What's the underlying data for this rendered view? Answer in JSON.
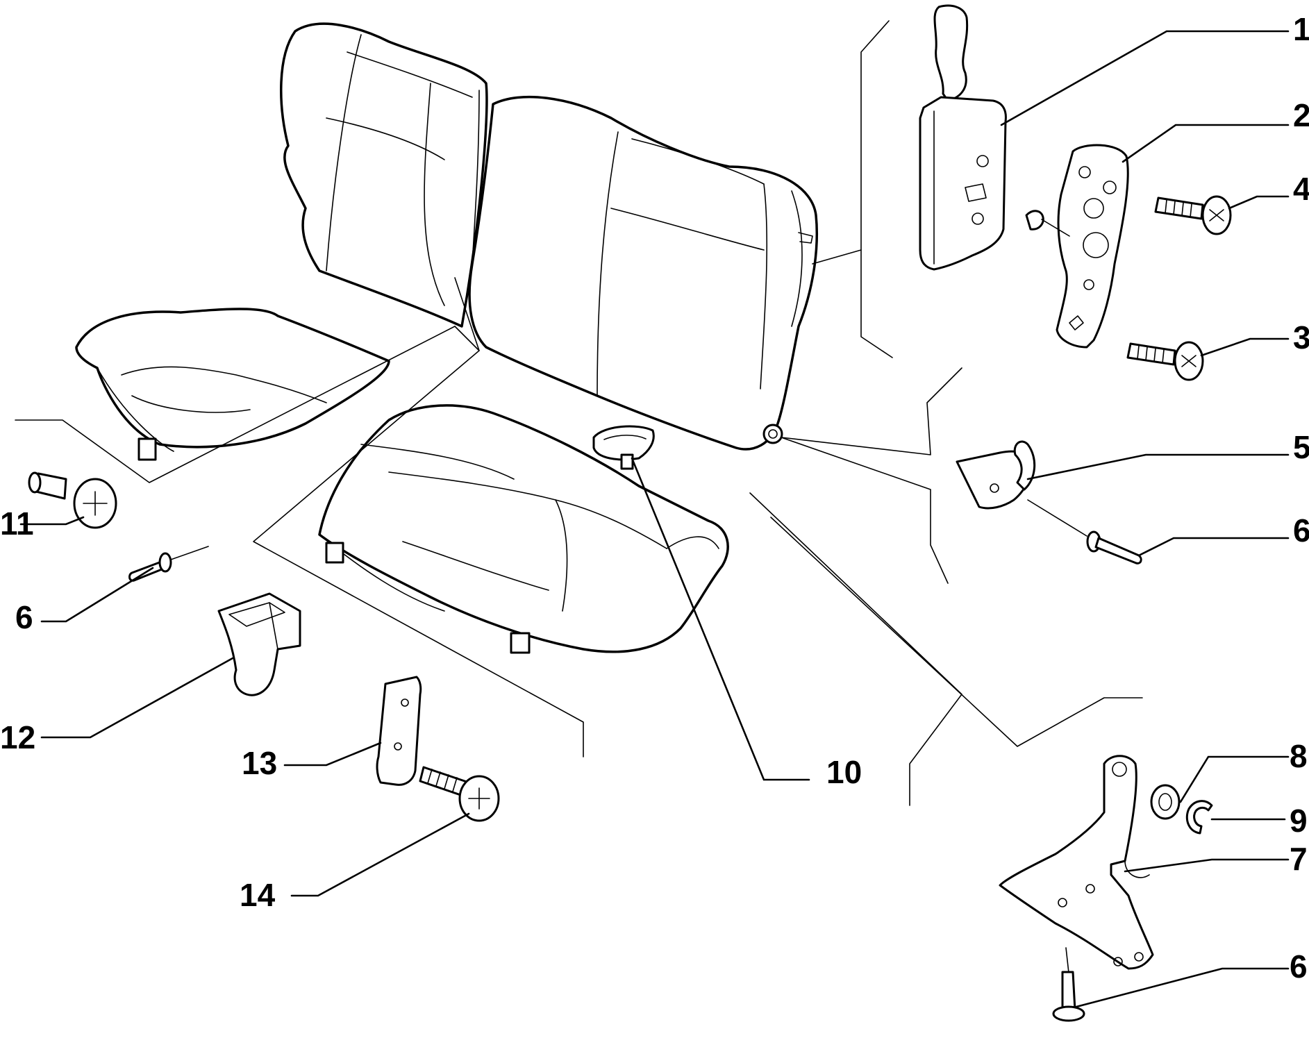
{
  "callouts": [
    {
      "id": "c1",
      "label": "1"
    },
    {
      "id": "c2",
      "label": "2"
    },
    {
      "id": "c4",
      "label": "4"
    },
    {
      "id": "c3",
      "label": "3"
    },
    {
      "id": "c5",
      "label": "5"
    },
    {
      "id": "c6a",
      "label": "6"
    },
    {
      "id": "c11",
      "label": "11"
    },
    {
      "id": "c6b",
      "label": "6"
    },
    {
      "id": "c12",
      "label": "12"
    },
    {
      "id": "c13",
      "label": "13"
    },
    {
      "id": "c10",
      "label": "10"
    },
    {
      "id": "c8",
      "label": "8"
    },
    {
      "id": "c9",
      "label": "9"
    },
    {
      "id": "c7",
      "label": "7"
    },
    {
      "id": "c14",
      "label": "14"
    },
    {
      "id": "c6c",
      "label": "6"
    }
  ]
}
